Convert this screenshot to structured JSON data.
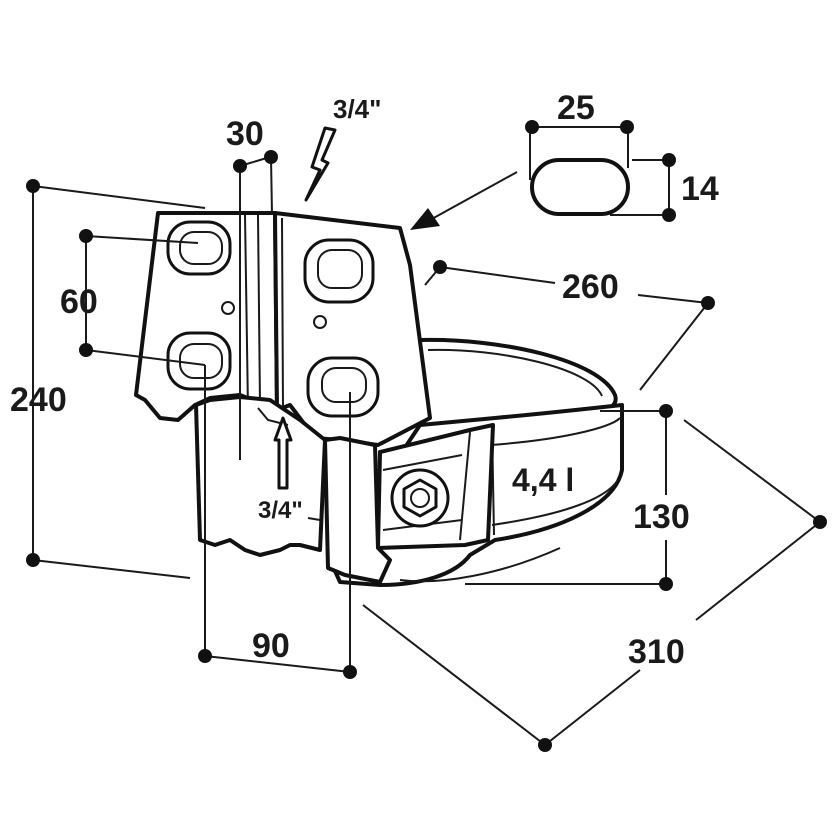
{
  "dimensions": {
    "height_total": "240",
    "hole_spacing_vertical": "60",
    "bracket_offset": "30",
    "hole_spacing_horizontal": "90",
    "slot_width": "25",
    "slot_height": "14",
    "bowl_depth": "260",
    "bowl_height": "130",
    "bowl_width": "310"
  },
  "connections": {
    "top_inlet": "3/4\"",
    "bottom_inlet": "3/4\""
  },
  "capacity_label": "4,4 l",
  "colors": {
    "line": "#1a1a1a",
    "background": "#ffffff"
  }
}
